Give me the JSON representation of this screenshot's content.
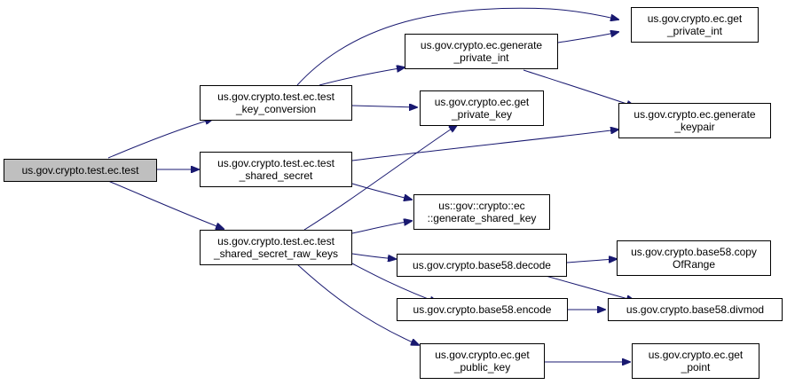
{
  "colors": {
    "edge": "#191970",
    "node_border": "#000000",
    "root_fill": "#bfbfbf",
    "node_fill": "#ffffff"
  },
  "nodes": {
    "test": {
      "lines": [
        "us.gov.crypto.test.ec.test"
      ]
    },
    "key_conversion": {
      "lines": [
        "us.gov.crypto.test.ec.test",
        "_key_conversion"
      ]
    },
    "shared_secret": {
      "lines": [
        "us.gov.crypto.test.ec.test",
        "_shared_secret"
      ]
    },
    "shared_secret_raw_keys": {
      "lines": [
        "us.gov.crypto.test.ec.test",
        "_shared_secret_raw_keys"
      ]
    },
    "generate_private_int": {
      "lines": [
        "us.gov.crypto.ec.generate",
        "_private_int"
      ]
    },
    "get_private_key": {
      "lines": [
        "us.gov.crypto.ec.get",
        "_private_key"
      ]
    },
    "generate_shared_key": {
      "lines": [
        "us::gov::crypto::ec",
        "::generate_shared_key"
      ]
    },
    "decode": {
      "lines": [
        "us.gov.crypto.base58.decode"
      ]
    },
    "encode": {
      "lines": [
        "us.gov.crypto.base58.encode"
      ]
    },
    "get_public_key": {
      "lines": [
        "us.gov.crypto.ec.get",
        "_public_key"
      ]
    },
    "get_private_int": {
      "lines": [
        "us.gov.crypto.ec.get",
        "_private_int"
      ]
    },
    "generate_keypair": {
      "lines": [
        "us.gov.crypto.ec.generate",
        "_keypair"
      ]
    },
    "copy_of_range": {
      "lines": [
        "us.gov.crypto.base58.copy",
        "OfRange"
      ]
    },
    "divmod": {
      "lines": [
        "us.gov.crypto.base58.divmod"
      ]
    },
    "get_point": {
      "lines": [
        "us.gov.crypto.ec.get",
        "_point"
      ]
    }
  }
}
